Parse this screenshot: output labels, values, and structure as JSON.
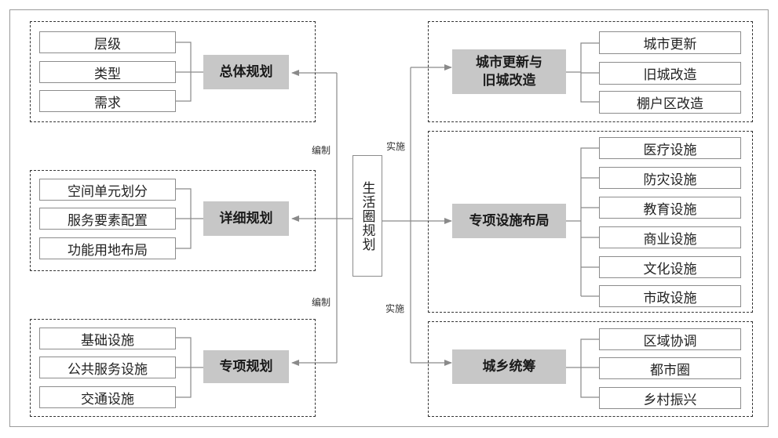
{
  "center": {
    "label": "生活圈规划"
  },
  "left_groups": [
    {
      "hub": "总体规划",
      "items": [
        "层级",
        "类型",
        "需求"
      ]
    },
    {
      "hub": "详细规划",
      "items": [
        "空间单元划分",
        "服务要素配置",
        "功能用地布局"
      ]
    },
    {
      "hub": "专项规划",
      "items": [
        "基础设施",
        "公共服务设施",
        "交通设施"
      ]
    }
  ],
  "right_groups": [
    {
      "hub_lines": [
        "城市更新与",
        "旧城改造"
      ],
      "items": [
        "城市更新",
        "旧城改造",
        "棚户区改造"
      ]
    },
    {
      "hub_lines": [
        "专项设施布局"
      ],
      "items": [
        "医疗设施",
        "防灾设施",
        "教育设施",
        "商业设施",
        "文化设施",
        "市政设施"
      ]
    },
    {
      "hub_lines": [
        "城乡统筹"
      ],
      "items": [
        "区域协调",
        "都市圈",
        "乡村振兴"
      ]
    }
  ],
  "edge_labels": {
    "compile_top": "编制",
    "compile_bottom": "编制",
    "implement_top": "实施",
    "implement_bottom": "实施"
  },
  "colors": {
    "hub_fill": "#c7c7c7",
    "line": "#8a8a8a",
    "dashed_border": "#333333"
  }
}
